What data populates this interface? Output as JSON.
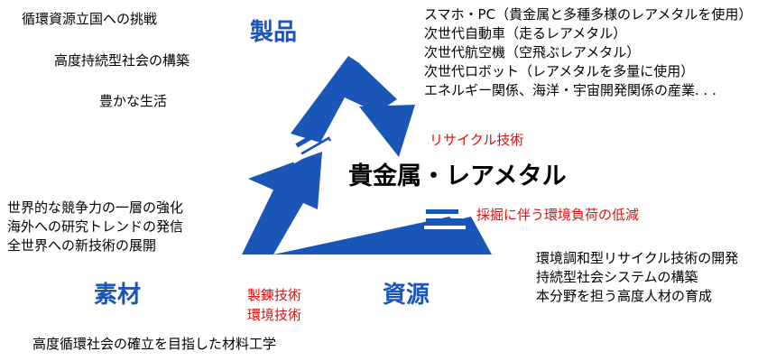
{
  "colors": {
    "accent_blue": "#1a56b8",
    "red": "#e01010"
  },
  "nodes": {
    "product": "製品",
    "material": "素材",
    "resource": "資源",
    "center": "貴金属・レアメタル"
  },
  "left_top": [
    "循環資源立国への挑戦",
    "高度持続型社会の構築",
    "豊かな生活"
  ],
  "product_list": [
    "スマホ・PC（貴金属と多種多様のレアメタルを使用）",
    "次世代自動車（走るレアメタル）",
    "次世代航空機（空飛ぶレアメタル）",
    "次世代ロボット（レアメタルを多量に使用）",
    "エネルギー関係、海洋・宇宙開発関係の産業. . ."
  ],
  "red_labels": {
    "recycle": "リサイクル技術",
    "mining": "採掘に伴う環境負荷の低減",
    "refining": [
      "製錬技術",
      "環境技術"
    ]
  },
  "left_middle": [
    "世界的な競争力の一層の強化",
    "海外への研究トレンドの発信",
    "全世界への新技術の展開"
  ],
  "right_bottom": [
    "環境調和型リサイクル技術の開発",
    "持続型社会システムの構築",
    "本分野を担う高度人材の育成"
  ],
  "bottom": "高度循環社会の確立を目指した材料工学"
}
